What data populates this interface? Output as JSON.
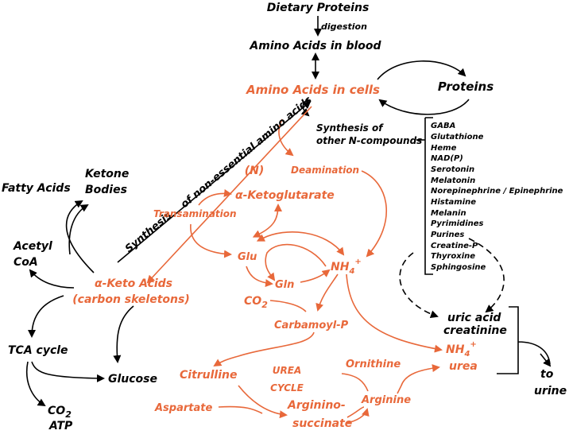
{
  "colors": {
    "black": "#000000",
    "orange": "#e8683a"
  },
  "labels": {
    "dietary_proteins": "Dietary Proteins",
    "digestion": "digestion",
    "amino_blood": "Amino Acids in blood",
    "amino_cells": "Amino Acids in cells",
    "proteins": "Proteins",
    "synthesis_of": "Synthesis of",
    "other_n": "other N-compounds",
    "deamination": "Deamination",
    "n": "(N)",
    "akg": "α-Ketoglutarate",
    "transamination": "Transamination",
    "synthesis": "Synthesis",
    "non_essential": "of non-essential amino acids",
    "fatty_acids": "Fatty Acids",
    "ketone": "Ketone",
    "bodies": "Bodies",
    "acetyl": "Acetyl",
    "coa": "CoA",
    "keto_acids": "α-Keto Acids",
    "carbon_skeletons": "(carbon skeletons)",
    "glu": "Glu",
    "gln": "Gln",
    "nh": "NH",
    "nh_sub": "4",
    "nh_sup": "+",
    "co": "CO",
    "co_sub": "2",
    "carbamoyl": "Carbamoyl-P",
    "tca": "TCA cycle",
    "glucose": "Glucose",
    "atp": "ATP",
    "citrulline": "Citrulline",
    "urea_cycle_1": "UREA",
    "urea_cycle_2": "CYCLE",
    "ornithine": "Ornithine",
    "aspartate": "Aspartate",
    "arginino": "Arginino-",
    "succinate": "succinate",
    "arginine": "Arginine",
    "uric_acid": "uric acid",
    "creatinine": "creatinine",
    "urea": "urea",
    "to": "to",
    "urine": "urine"
  },
  "n_compounds": [
    "GABA",
    "Glutathione",
    "Heme",
    "NAD(P)",
    "Serotonin",
    "Melatonin",
    "Norepinephrine / Epinephrine",
    "Histamine",
    "Melanin",
    "Pyrimidines",
    "Purines",
    "Creatine-P",
    "Thyroxine",
    "Sphingosine"
  ]
}
